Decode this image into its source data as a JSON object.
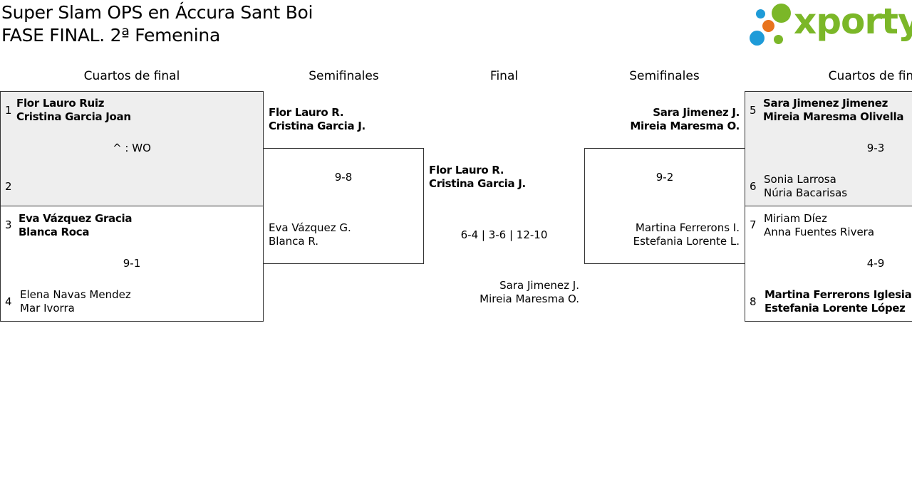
{
  "header": {
    "title_line1": "Super Slam OPS en Áccura Sant Boi",
    "title_line2": "FASE FINAL. 2ª Femenina",
    "logo_text": "xporty",
    "logo_colors": {
      "green": "#7bb728",
      "blue": "#1e9bd8",
      "orange": "#e8731d"
    }
  },
  "rounds": {
    "left_quarters": "Cuartos de final",
    "left_semis": "Semifinales",
    "final": "Final",
    "right_semis": "Semifinales",
    "right_quarters": "Cuartos de final"
  },
  "left_quarters": [
    {
      "seed_top": "1",
      "top_p1": "Flor Lauro Ruiz",
      "top_p2": "Cristina Garcia Joan",
      "score": "^ : WO",
      "seed_bottom": "2",
      "bottom_p1": "",
      "bottom_p2": ""
    },
    {
      "seed_top": "3",
      "top_p1": "Eva Vázquez Gracia",
      "top_p2": "Blanca Roca",
      "score": "9-1",
      "seed_bottom": "4",
      "bottom_p1": "Elena Navas Mendez",
      "bottom_p2": "Mar Ivorra"
    }
  ],
  "left_semi": {
    "top_p1": "Flor Lauro R.",
    "top_p2": "Cristina Garcia J.",
    "score": "9-8",
    "bottom_p1": "Eva Vázquez G.",
    "bottom_p2": "Blanca R."
  },
  "final": {
    "top_p1": "Flor Lauro R.",
    "top_p2": "Cristina Garcia J.",
    "score": "6-4 | 3-6 | 12-10",
    "bottom_p1": "Sara Jimenez J.",
    "bottom_p2": "Mireia Maresma O."
  },
  "right_semi": {
    "top_p1": "Sara Jimenez J.",
    "top_p2": "Mireia Maresma O.",
    "score": "9-2",
    "bottom_p1": "Martina Ferrerons I.",
    "bottom_p2": "Estefania Lorente L."
  },
  "right_quarters": [
    {
      "seed_top": "5",
      "top_p1": "Sara Jimenez Jimenez",
      "top_p2": "Mireia Maresma Olivella",
      "score": "9-3",
      "seed_bottom": "6",
      "bottom_p1": "Sonia Larrosa",
      "bottom_p2": "Núria Bacarisas"
    },
    {
      "seed_top": "7",
      "top_p1": "Miriam Díez",
      "top_p2": "Anna Fuentes Rivera",
      "score": "4-9",
      "seed_bottom": "8",
      "bottom_p1": "Martina Ferrerons Iglesias",
      "bottom_p2": "Estefania Lorente López"
    }
  ]
}
